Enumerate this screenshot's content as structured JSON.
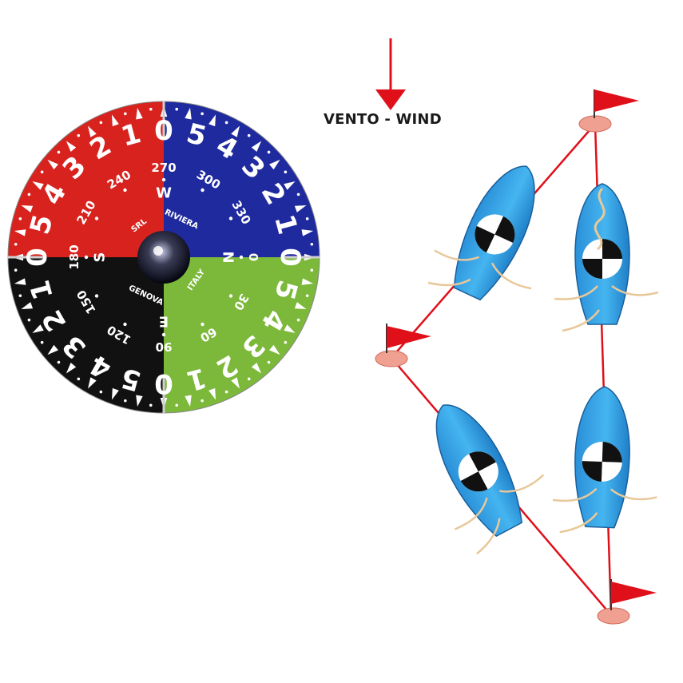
{
  "wind": {
    "label": "VENTO - WIND",
    "arrow_color": "#e0101a"
  },
  "compass": {
    "quadrant_colors": {
      "red": "#d8221e",
      "blue": "#1f2a9e",
      "black": "#111111",
      "green": "#7cb83a"
    },
    "ring_digits": [
      "0",
      "1",
      "2",
      "3",
      "4",
      "5"
    ],
    "bearings": [
      "0",
      "30",
      "60",
      "90",
      "120",
      "150",
      "180",
      "210",
      "240",
      "270",
      "300",
      "330"
    ],
    "cardinals": {
      "north": "N",
      "east": "E",
      "south": "S",
      "west": "W"
    },
    "brand_text": [
      "GENOVA",
      "ITALY",
      "RIVIERA",
      "SRL"
    ]
  },
  "course": {
    "line_color": "#e0101a",
    "buoy_color": "#f0a090",
    "boat_hull_color": "#3aa8e8",
    "sail_color": "#e8c89a",
    "flag_color": "#e0101a"
  }
}
